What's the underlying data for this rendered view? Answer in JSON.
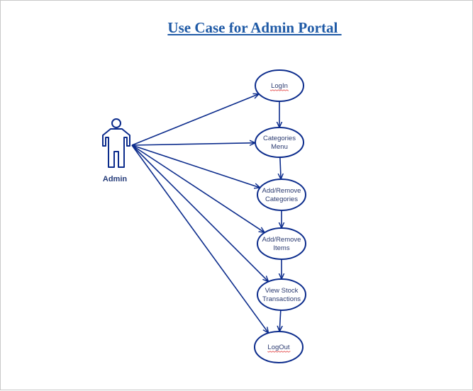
{
  "diagram": {
    "title": "Use Case for Admin Portal ",
    "actor": {
      "label": "Admin",
      "icon": "stick-figure-icon"
    },
    "use_cases": [
      {
        "id": "login",
        "lines": [
          "LogIn"
        ],
        "spellcheck": true
      },
      {
        "id": "categories-menu",
        "lines": [
          "Categories",
          "Menu"
        ],
        "spellcheck": false
      },
      {
        "id": "add-remove-categories",
        "lines": [
          "Add/Remove",
          "Categories"
        ],
        "spellcheck": false
      },
      {
        "id": "add-remove-items",
        "lines": [
          "Add/Remove",
          "Items"
        ],
        "spellcheck": false
      },
      {
        "id": "view-stock-transactions",
        "lines": [
          "View Stock",
          "Transactions"
        ],
        "spellcheck": false
      },
      {
        "id": "logout",
        "lines": [
          "LogOut"
        ],
        "spellcheck": true
      }
    ],
    "colors": {
      "stroke": "#0c2c8c",
      "title": "#1f5aa6",
      "text": "#2a3a70",
      "spellcheck": "#e03030"
    }
  }
}
